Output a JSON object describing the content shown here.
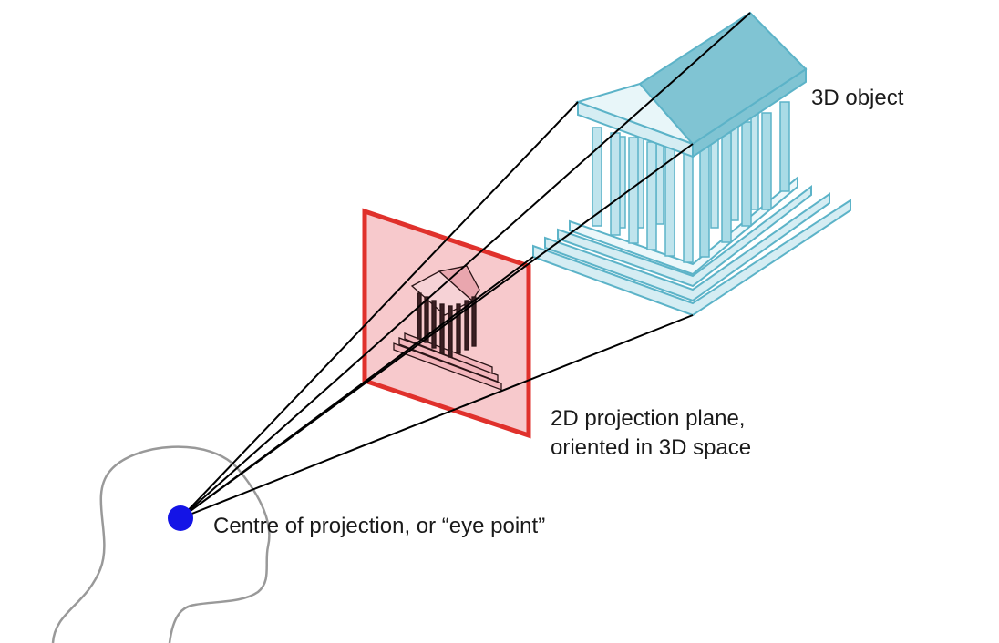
{
  "labels": {
    "object": "3D object",
    "plane_line1": "2D projection plane,",
    "plane_line2": "oriented in 3D space",
    "eye": "Centre of projection, or “eye point”"
  },
  "colors": {
    "eye_point": "#1414e6",
    "plane_fill": "#f7c9cc",
    "plane_border": "#e0312c",
    "temple_fill": "#d5edf3",
    "temple_dark": "#80c4d3",
    "temple_stroke": "#5cb3c8",
    "projection_lines": "#000000",
    "head_outline": "#999999",
    "image_stroke": "#2a1416"
  }
}
